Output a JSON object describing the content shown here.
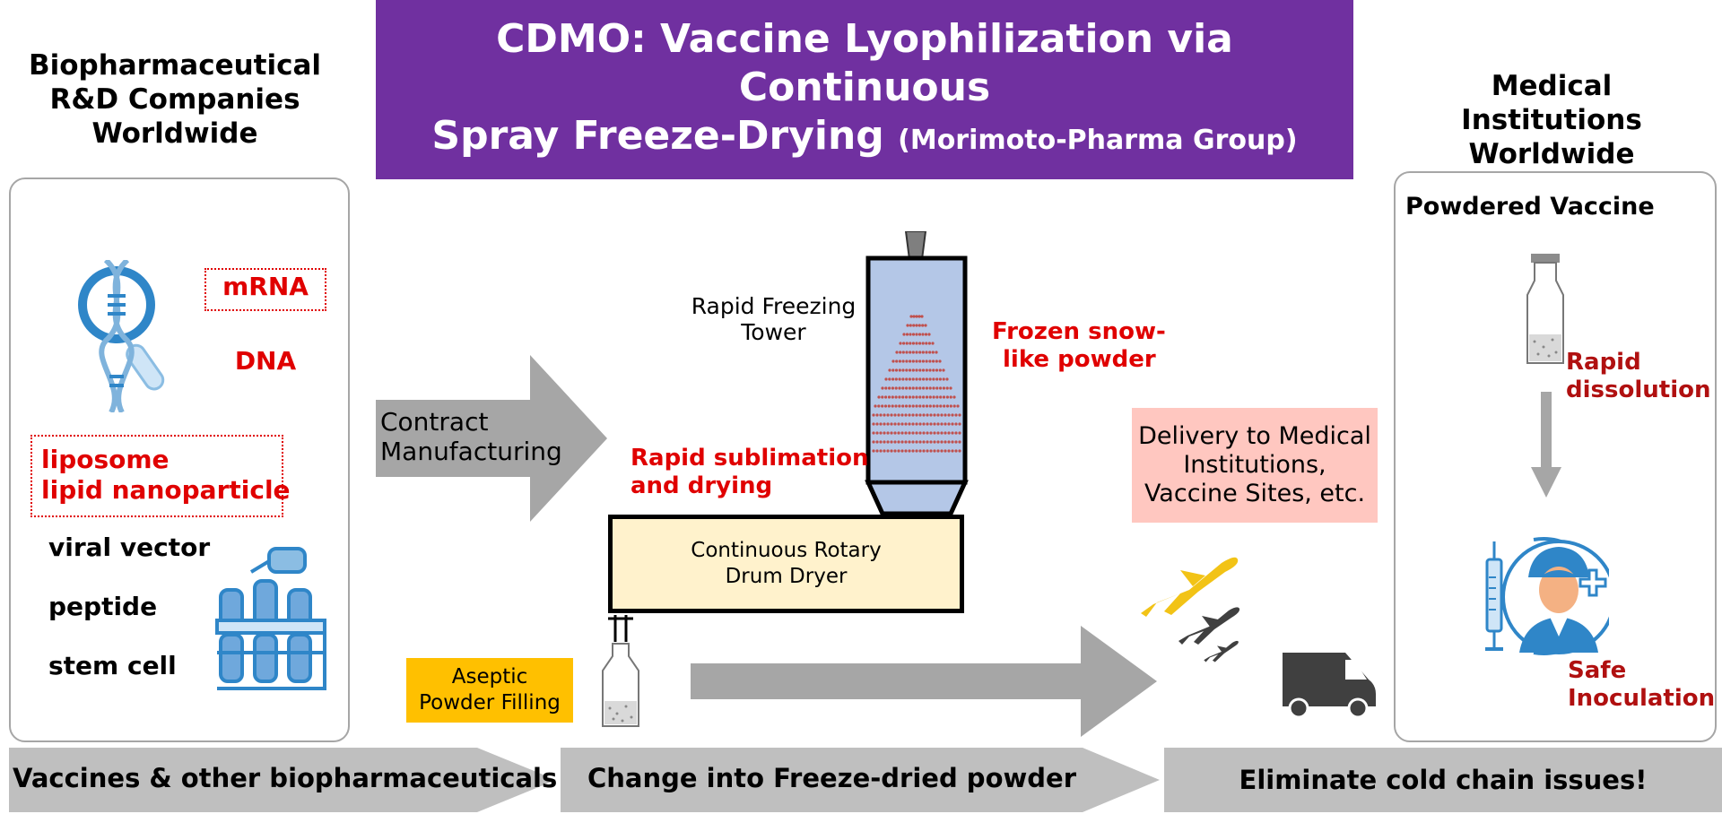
{
  "title": {
    "line1": "CDMO: Vaccine Lyophilization via Continuous",
    "line2_main": "Spray Freeze-Drying",
    "line2_sub": "(Morimoto-Pharma Group)"
  },
  "left_header": [
    "Biopharmaceutical",
    "R&D Companies",
    "Worldwide"
  ],
  "right_header": [
    "Medical Institutions",
    "Worldwide"
  ],
  "left_panel": {
    "mrna": "mRNA",
    "dna": "DNA",
    "liposome": "liposome",
    "lnp": "lipid nanoparticle",
    "viral_vector": "viral vector",
    "peptide": "peptide",
    "stem_cell": "stem cell"
  },
  "center": {
    "contract_line1": "Contract",
    "contract_line2": "Manufacturing",
    "tower_line1": "Rapid Freezing",
    "tower_line2": "Tower",
    "frozen_line1": "Frozen snow-",
    "frozen_line2": "like powder",
    "sublimation_line1": "Rapid sublimation",
    "sublimation_line2": "and drying",
    "dryer_line1": "Continuous Rotary",
    "dryer_line2": "Drum Dryer",
    "aseptic_line1": "Aseptic",
    "aseptic_line2": "Powder Filling"
  },
  "delivery": {
    "line1": "Delivery to Medical",
    "line2": "Institutions,",
    "line3": "Vaccine Sites, etc."
  },
  "right_panel": {
    "powdered": "Powdered Vaccine",
    "rapid_line1": "Rapid",
    "rapid_line2": "dissolution",
    "safe_line1": "Safe",
    "safe_line2": "Inoculation"
  },
  "bottom": {
    "step1": "Vaccines & other biopharmaceuticals",
    "step2": "Change into Freeze-dried powder",
    "step3": "Eliminate cold chain issues!"
  },
  "icons": [
    "dna-magnifier-icon",
    "test-tube-rack-icon",
    "vial-icon",
    "airplane-icon",
    "truck-icon",
    "doctor-syringe-icon"
  ],
  "colors": {
    "banner": "#7030a0",
    "red_text": "#e00000",
    "dark_red_text": "#b01010",
    "arrow_gray": "#a6a6a6",
    "icon_blue": "#2f86c8",
    "aseptic_box": "#ffc000",
    "delivery_box": "#ffc7c0",
    "dryer_box": "#fff2cc",
    "tower_fill": "#b4c7e7",
    "plane_yellow": "#f2c316"
  }
}
